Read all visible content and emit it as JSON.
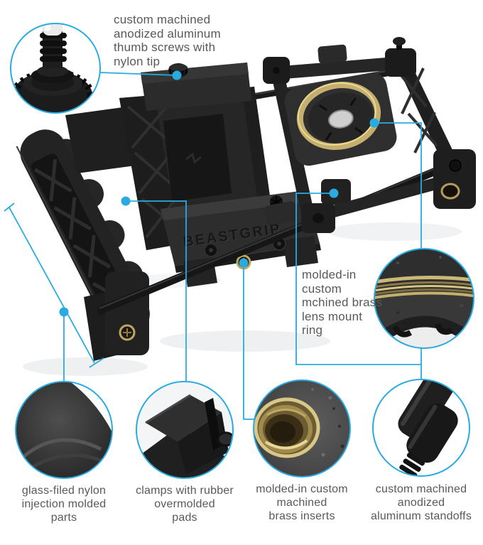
{
  "colors": {
    "accent": "#29abe2",
    "text_gray": "#58595b",
    "brass": "#c3ae6f",
    "product_black": "#222222",
    "background": "#ffffff"
  },
  "product": {
    "brand_text": "BEASTGRIP"
  },
  "callouts": {
    "thumb_screws": {
      "lines": [
        "custom machined",
        "anodized aluminum",
        "thumb screws with",
        "nylon tip"
      ]
    },
    "lens_mount_ring": {
      "lines": [
        "molded-in",
        "custom",
        "mchined brass",
        "lens mount",
        "ring"
      ]
    }
  },
  "bottom_captions": [
    {
      "id": "glass-nylon",
      "lines": [
        "glass-filed nylon",
        "injection molded",
        "parts"
      ]
    },
    {
      "id": "rubber-pads",
      "lines": [
        "clamps with rubber",
        "overmolded",
        "pads"
      ]
    },
    {
      "id": "brass-inserts",
      "lines": [
        "molded-in custom",
        "machined",
        "brass inserts"
      ]
    },
    {
      "id": "standoffs",
      "lines": [
        "custom machined",
        "anodized",
        "aluminum standoffs"
      ]
    }
  ]
}
